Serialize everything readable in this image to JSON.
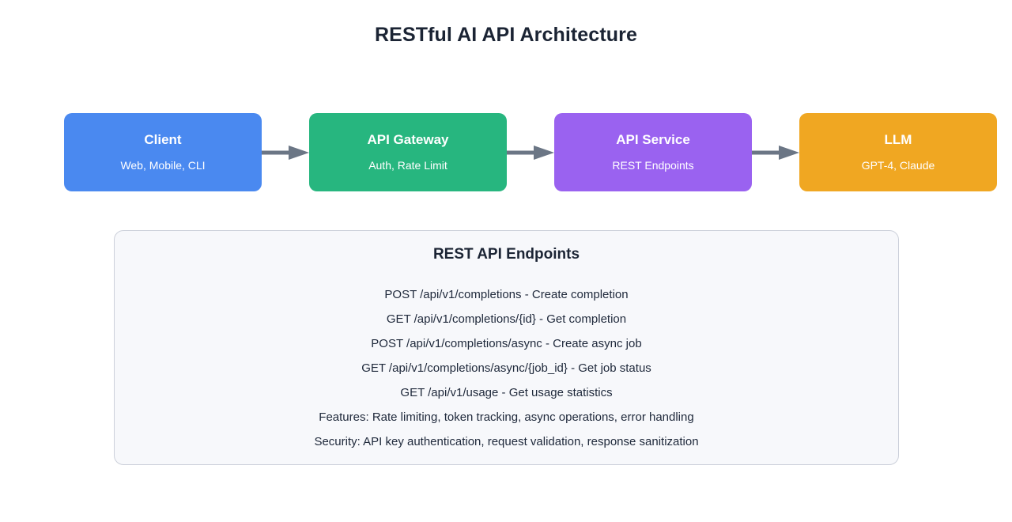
{
  "page": {
    "title": "RESTful AI API Architecture",
    "background": "#ffffff",
    "title_color": "#1b2434"
  },
  "flow": {
    "arrow_color": "#6b7685",
    "nodes": [
      {
        "id": "client",
        "title": "Client",
        "subtitle": "Web, Mobile, CLI",
        "color": "#4a89f0",
        "text_color": "#ffffff"
      },
      {
        "id": "api-gateway",
        "title": "API Gateway",
        "subtitle": "Auth, Rate Limit",
        "color": "#27b67f",
        "text_color": "#ffffff"
      },
      {
        "id": "api-service",
        "title": "API Service",
        "subtitle": "REST Endpoints",
        "color": "#9a62f0",
        "text_color": "#ffffff"
      },
      {
        "id": "llm",
        "title": "LLM",
        "subtitle": "GPT-4, Claude",
        "color": "#f0a722",
        "text_color": "#ffffff"
      }
    ],
    "connectors": [
      {
        "id": "client-to-gateway",
        "icon": "arrow-right-icon"
      },
      {
        "id": "gateway-to-service",
        "icon": "arrow-right-icon"
      },
      {
        "id": "service-to-llm",
        "icon": "arrow-right-icon"
      }
    ]
  },
  "endpoints_panel": {
    "heading": "REST API Endpoints",
    "background": "#f7f8fb",
    "border_color": "#ccd0da",
    "text_color": "#202a3c",
    "lines": [
      "POST /api/v1/completions - Create completion",
      "GET /api/v1/completions/{id} - Get completion",
      "POST /api/v1/completions/async - Create async job",
      "GET /api/v1/completions/async/{job_id} - Get job status",
      "GET /api/v1/usage - Get usage statistics",
      "Features: Rate limiting, token tracking, async operations, error handling",
      "Security: API key authentication, request validation, response sanitization"
    ]
  }
}
